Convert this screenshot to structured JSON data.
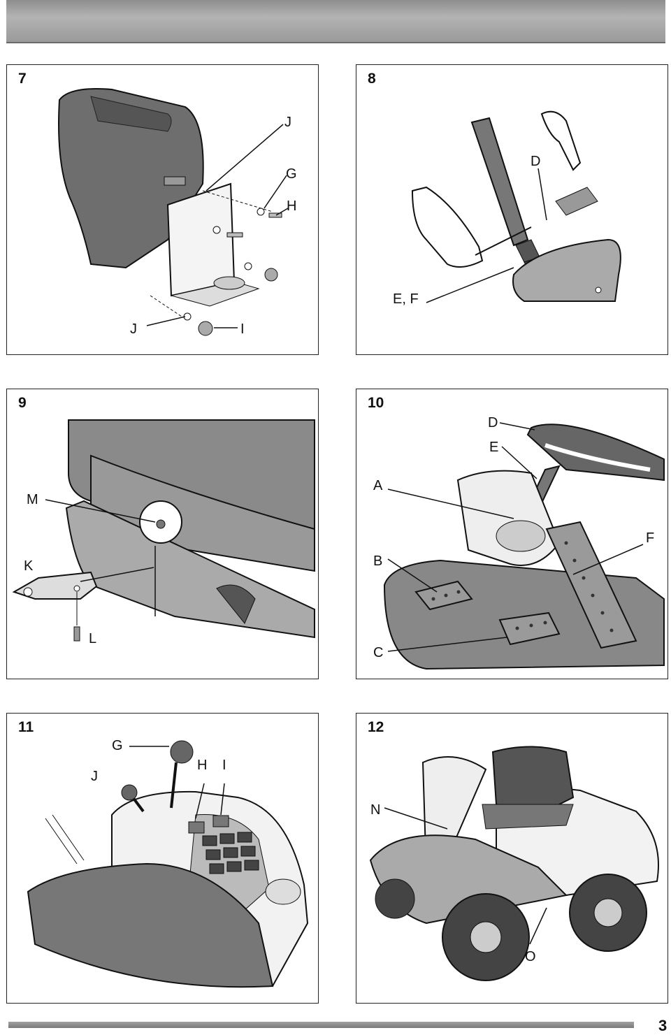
{
  "page": {
    "number": "3"
  },
  "panels": [
    {
      "number": "7",
      "labels": {
        "j_top": "J",
        "g": "G",
        "h": "H",
        "j_bottom": "J",
        "i": "I"
      }
    },
    {
      "number": "8",
      "labels": {
        "d": "D",
        "ef": "E, F"
      }
    },
    {
      "number": "9",
      "labels": {
        "m": "M",
        "k": "K",
        "l": "L"
      }
    },
    {
      "number": "10",
      "labels": {
        "d": "D",
        "e": "E",
        "a": "A",
        "f": "F",
        "b": "B",
        "c": "C"
      }
    },
    {
      "number": "11",
      "labels": {
        "g": "G",
        "j": "J",
        "h": "H",
        "i": "I"
      }
    },
    {
      "number": "12",
      "labels": {
        "n": "N",
        "o": "O"
      }
    }
  ],
  "colors": {
    "header_band": "#9a9a9a",
    "part_fill": "#6e6e6e",
    "line": "#111111"
  }
}
